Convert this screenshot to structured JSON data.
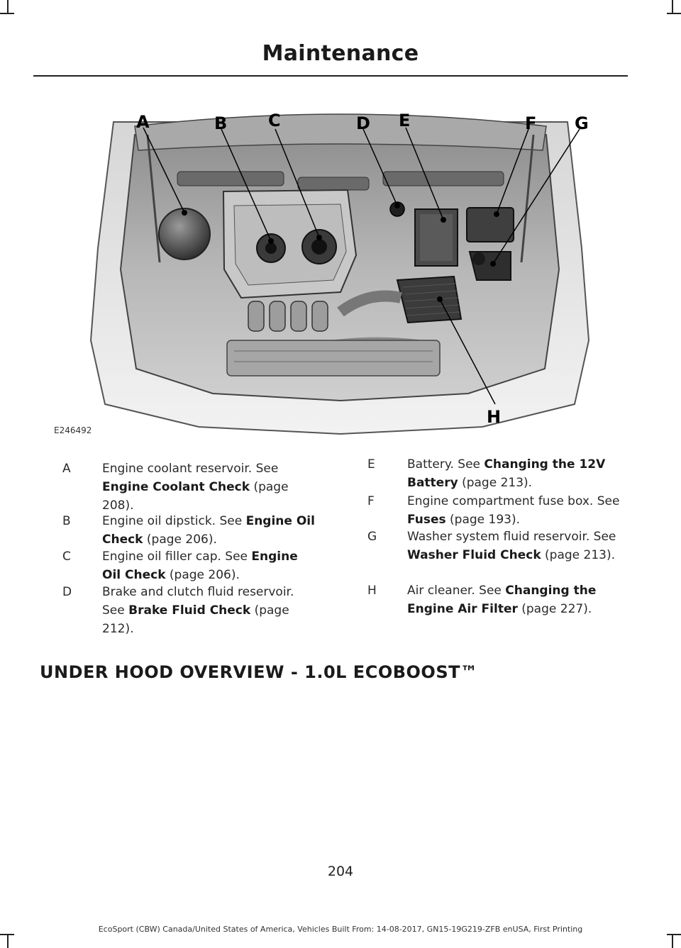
{
  "header": {
    "title": "Maintenance"
  },
  "figure": {
    "id": "E246492",
    "callouts": [
      "A",
      "B",
      "C",
      "D",
      "E",
      "F",
      "G",
      "H"
    ]
  },
  "legend": [
    {
      "key": "A",
      "text": "Engine coolant reservoir. See ",
      "link": "Engine Coolant Check",
      "after": " (page 208)."
    },
    {
      "key": "B",
      "text": "Engine oil dipstick. See ",
      "link": "Engine Oil Check",
      "after": " (page 206)."
    },
    {
      "key": "C",
      "text": "Engine oil filler cap. See ",
      "link": "Engine Oil Check",
      "after": " (page 206)."
    },
    {
      "key": "D",
      "text": "Brake and clutch fluid reservoir. See ",
      "link": "Brake Fluid Check",
      "after": " (page 212)."
    },
    {
      "key": "E",
      "text": "Battery.  See ",
      "link": "Changing the 12V Battery",
      "after": " (page 213)."
    },
    {
      "key": "F",
      "text": "Engine compartment fuse box. See ",
      "link": "Fuses",
      "after": " (page 193)."
    },
    {
      "key": "G",
      "text": "Washer system fluid reservoir. See ",
      "link": "Washer Fluid Check",
      "after": " (page 213)."
    },
    {
      "key": "H",
      "text": "Air cleaner.  See ",
      "link": "Changing the Engine Air Filter",
      "after": " (page 227)."
    }
  ],
  "section": {
    "heading": "UNDER HOOD OVERVIEW - 1.0L ECOBOOST™"
  },
  "page_number": "204",
  "footer": {
    "text": "EcoSport (CBW) Canada/United States of America, Vehicles Built From: 14-08-2017, GN15-19G219-ZFB enUSA, First Printing"
  }
}
